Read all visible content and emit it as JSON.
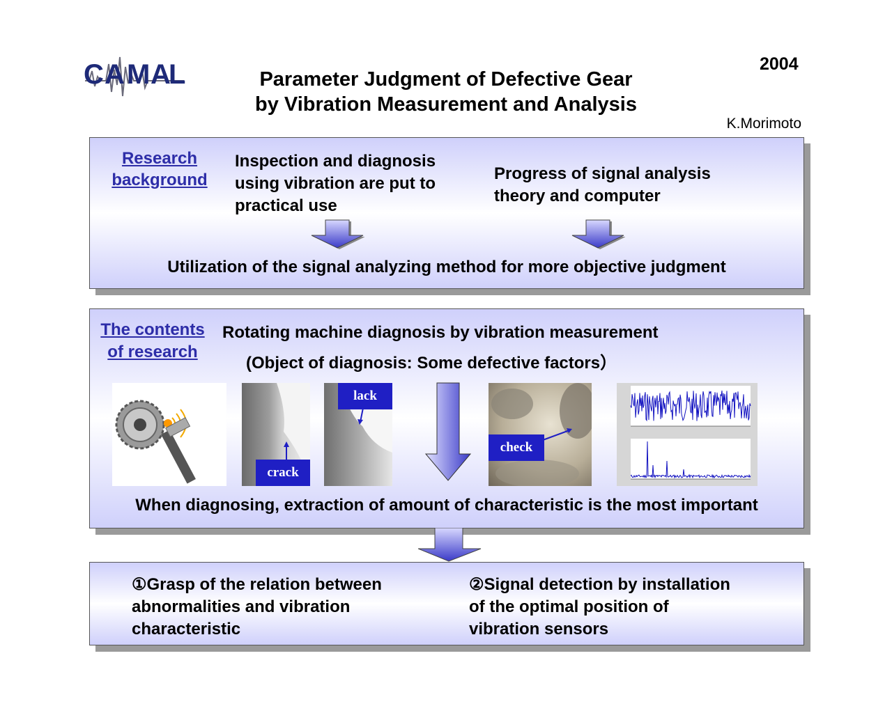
{
  "header": {
    "logo_text": "CAMAL",
    "title_line1": "Parameter Judgment of Defective Gear",
    "title_line2": "by Vibration Measurement and Analysis",
    "year": "2004",
    "author": "K.Morimoto"
  },
  "background_panel": {
    "heading": "Research\nbackground",
    "left_text": "Inspection and diagnosis\nusing vibration are put to\npractical use",
    "right_text": "Progress of signal analysis\ntheory and computer",
    "conclusion": "Utilization of the signal analyzing method for more objective judgment"
  },
  "contents_panel": {
    "heading": "The contents\nof research",
    "line1": "Rotating machine diagnosis by vibration measurement",
    "line2": "(Object of diagnosis: Some defective factors）",
    "tag_crack": "crack",
    "tag_lack": "lack",
    "tag_check": "check",
    "conclusion": "When diagnosing, extraction of amount of characteristic is the most important"
  },
  "results_panel": {
    "item1": "①Grasp of the relation between\nabnormalities and  vibration\ncharacteristic",
    "item2": "②Signal detection by installation\nof the optimal position of\nvibration sensors"
  },
  "colors": {
    "heading": "#2d2da8",
    "tag_bg": "#1f1fc4",
    "arrow_dark": "#3a3ac8",
    "panel_tint": "#cfd0fb"
  }
}
